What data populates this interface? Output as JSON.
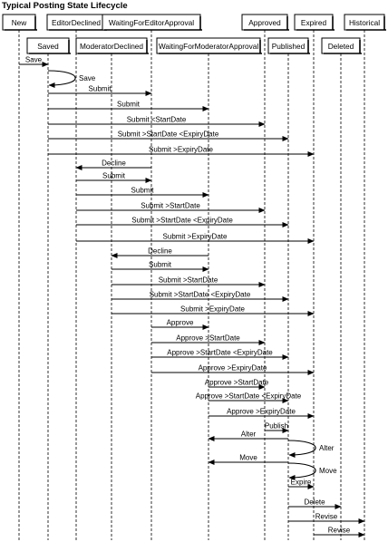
{
  "title": "Typical Posting State Lifecycle",
  "colors": {
    "line": "#000000",
    "box_fill": "#ffffff",
    "text": "#000000"
  },
  "states": [
    {
      "id": "new",
      "label": "New"
    },
    {
      "id": "saved",
      "label": "Saved"
    },
    {
      "id": "editor_declined",
      "label": "EditorDeclined"
    },
    {
      "id": "moderator_declined",
      "label": "ModeratorDeclined"
    },
    {
      "id": "waiting_editor",
      "label": "WaitingForEditorApproval"
    },
    {
      "id": "waiting_moderator",
      "label": "WaitingForModeratorApproval"
    },
    {
      "id": "approved",
      "label": "Approved"
    },
    {
      "id": "published",
      "label": "Published"
    },
    {
      "id": "expired",
      "label": "Expired"
    },
    {
      "id": "deleted",
      "label": "Deleted"
    },
    {
      "id": "historical",
      "label": "Historical"
    }
  ],
  "transitions": [
    {
      "from": "new",
      "to": "saved",
      "label": "Save"
    },
    {
      "from": "saved",
      "to": "saved",
      "label": "Save"
    },
    {
      "from": "saved",
      "to": "waiting_editor",
      "label": "Submit"
    },
    {
      "from": "saved",
      "to": "waiting_moderator",
      "label": "Submit"
    },
    {
      "from": "saved",
      "to": "approved",
      "label": "Submit <StartDate"
    },
    {
      "from": "saved",
      "to": "published",
      "label": "Submit >StartDate <ExpiryDate"
    },
    {
      "from": "saved",
      "to": "expired",
      "label": "Submit >ExpiryDate"
    },
    {
      "from": "waiting_editor",
      "to": "editor_declined",
      "label": "Decline"
    },
    {
      "from": "editor_declined",
      "to": "waiting_editor",
      "label": "Submit"
    },
    {
      "from": "editor_declined",
      "to": "waiting_moderator",
      "label": "Submit"
    },
    {
      "from": "editor_declined",
      "to": "approved",
      "label": "Submit >StartDate"
    },
    {
      "from": "editor_declined",
      "to": "published",
      "label": "Submit >StartDate <ExpiryDate"
    },
    {
      "from": "editor_declined",
      "to": "expired",
      "label": "Submit >ExpiryDate"
    },
    {
      "from": "waiting_moderator",
      "to": "moderator_declined",
      "label": "Decline"
    },
    {
      "from": "moderator_declined",
      "to": "waiting_moderator",
      "label": "Submit"
    },
    {
      "from": "moderator_declined",
      "to": "approved",
      "label": "Submit >StartDate"
    },
    {
      "from": "moderator_declined",
      "to": "published",
      "label": "Submit >StartDate <ExpiryDate"
    },
    {
      "from": "moderator_declined",
      "to": "expired",
      "label": "Submit >ExpiryDate"
    },
    {
      "from": "waiting_editor",
      "to": "waiting_moderator",
      "label": "Approve"
    },
    {
      "from": "waiting_editor",
      "to": "approved",
      "label": "Approve >StartDate"
    },
    {
      "from": "waiting_editor",
      "to": "published",
      "label": "Approve >StartDate <ExpiryDate"
    },
    {
      "from": "waiting_editor",
      "to": "expired",
      "label": "Approve >ExpiryDate"
    },
    {
      "from": "waiting_moderator",
      "to": "approved",
      "label": "Approve >StartDate"
    },
    {
      "from": "waiting_moderator",
      "to": "published",
      "label": "Approve >StartDate <ExpiryDate"
    },
    {
      "from": "waiting_moderator",
      "to": "expired",
      "label": "Approve >ExpiryDate"
    },
    {
      "from": "approved",
      "to": "published",
      "label": "Publish"
    },
    {
      "from": "published",
      "to": "waiting_moderator",
      "label": "Alter"
    },
    {
      "from": "published",
      "to": "published",
      "label": "Alter"
    },
    {
      "from": "published",
      "to": "waiting_moderator",
      "label": "Move"
    },
    {
      "from": "published",
      "to": "published",
      "label": "Move"
    },
    {
      "from": "published",
      "to": "expired",
      "label": "Expire"
    },
    {
      "from": "published",
      "to": "deleted",
      "label": "Delete"
    },
    {
      "from": "published",
      "to": "historical",
      "label": "Revise"
    },
    {
      "from": "expired",
      "to": "historical",
      "label": "Revise"
    }
  ]
}
